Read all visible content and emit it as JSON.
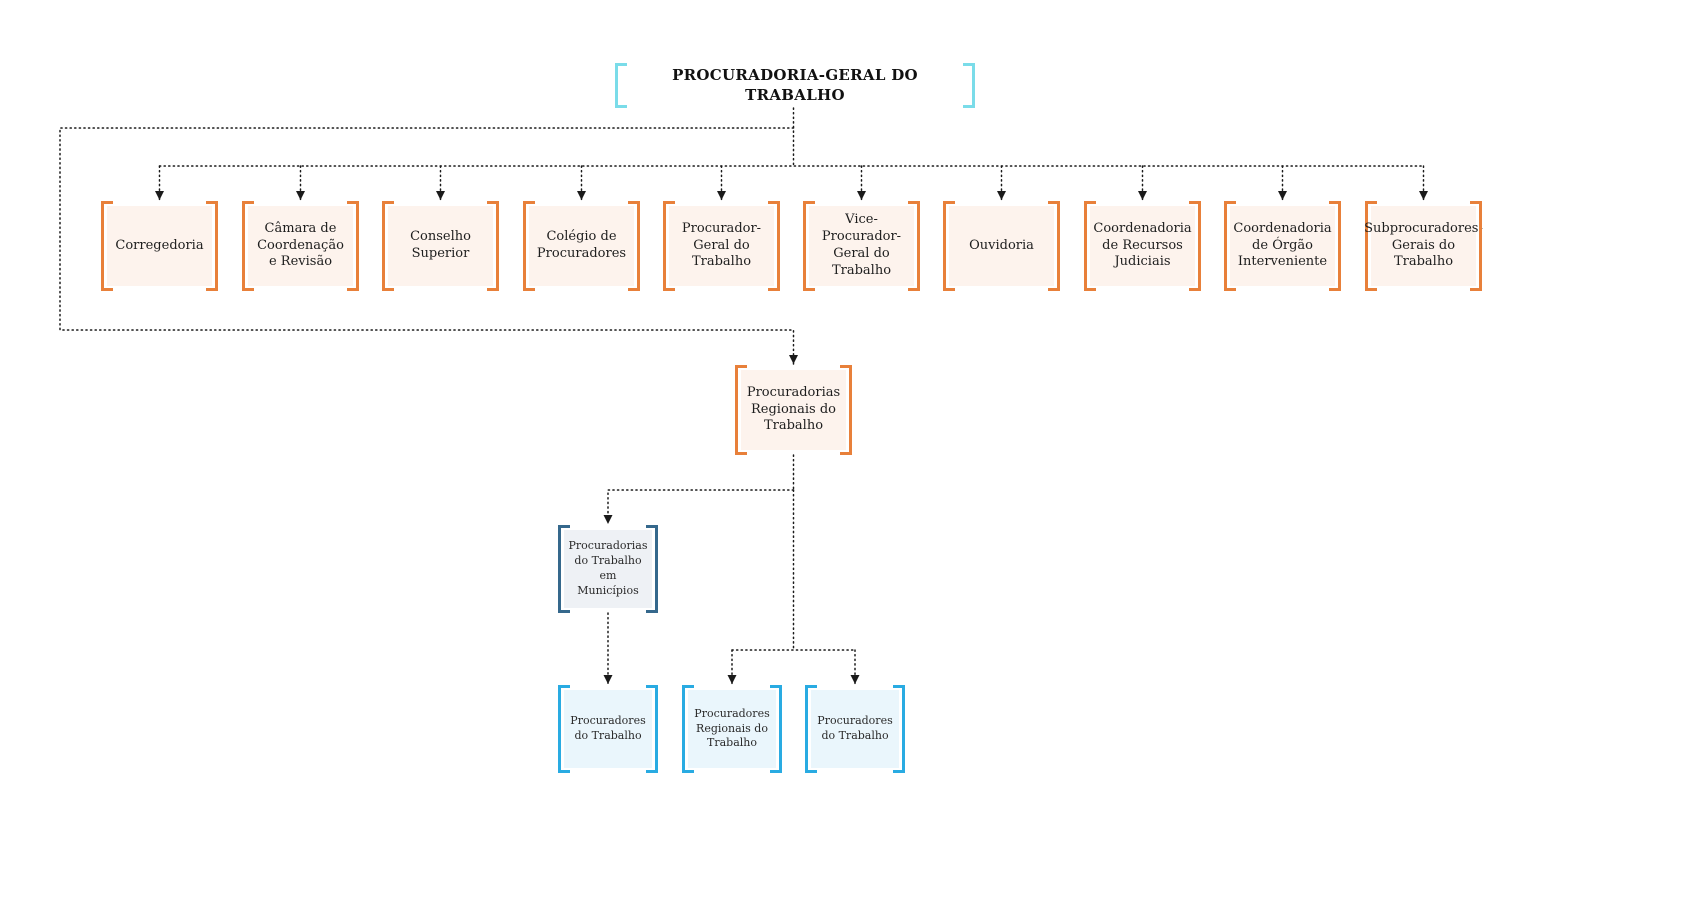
{
  "diagram": {
    "title_node": {
      "label": "PROCURADORIA-GERAL DO TRABALHO"
    },
    "level2": [
      {
        "label": "Corregedoria"
      },
      {
        "label": "Câmara de Coordenação e Revisão"
      },
      {
        "label": "Conselho Superior"
      },
      {
        "label": "Colégio de Procuradores"
      },
      {
        "label": "Procurador-Geral do Trabalho"
      },
      {
        "label": "Vice-Procurador-Geral do Trabalho"
      },
      {
        "label": "Ouvidoria"
      },
      {
        "label": "Coordenadoria de Recursos Judiciais"
      },
      {
        "label": "Coordenadoria de Órgão Interveniente"
      },
      {
        "label": "Subprocuradores-Gerais do Trabalho"
      }
    ],
    "regionais": {
      "label": "Procuradorias Regionais do Trabalho"
    },
    "municipios": {
      "label": "Procuradorias do Trabalho em Municípios"
    },
    "level5": [
      {
        "label": "Procuradores do Trabalho"
      },
      {
        "label": "Procuradores Regionais do Trabalho"
      },
      {
        "label": "Procuradores do Trabalho"
      }
    ],
    "colors": {
      "root_bracket": "#7adce9",
      "level2_bracket": "#e8803a",
      "level2_fill": "#fdf3ed",
      "municipios_bracket": "#35688c",
      "municipios_fill": "#eef1f5",
      "level5_bracket": "#29abe2",
      "level5_fill": "#eaf6fc",
      "connector": "#1a1a1a"
    }
  }
}
